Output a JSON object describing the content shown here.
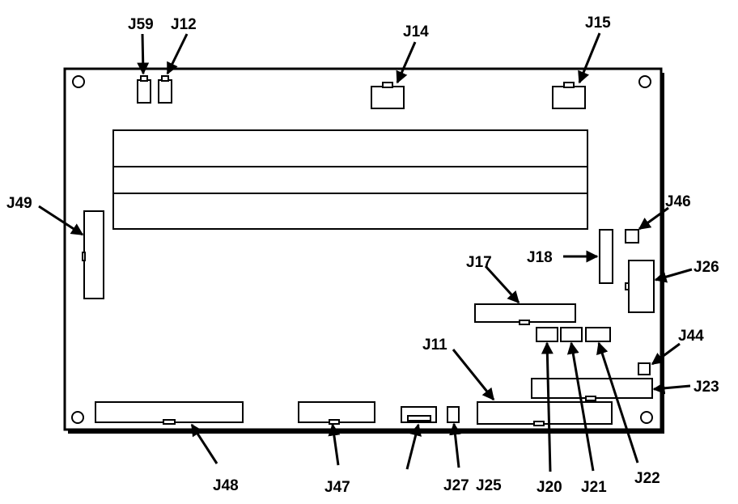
{
  "labels": {
    "j59": "J59",
    "j12": "J12",
    "j14": "J14",
    "j15": "J15",
    "j49": "J49",
    "j46": "J46",
    "j18": "J18",
    "j17": "J17",
    "j26": "J26",
    "j11": "J11",
    "j44": "J44",
    "j23": "J23",
    "j48": "J48",
    "j47": "J47",
    "j27": "J27",
    "j25": "J25",
    "j20": "J20",
    "j21": "J21",
    "j22": "J22"
  },
  "colors": {
    "ink": "#000000",
    "paper": "#ffffff"
  }
}
